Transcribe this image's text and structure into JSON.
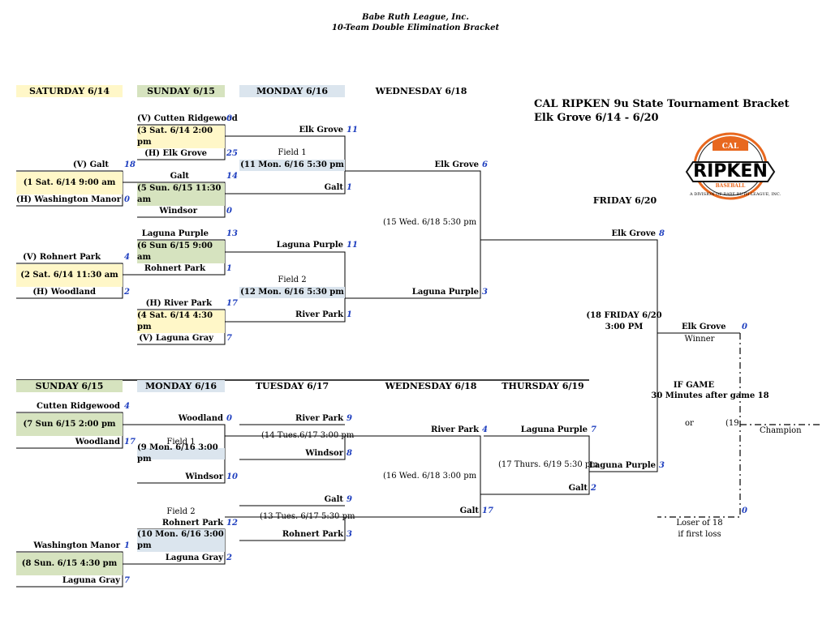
{
  "header": {
    "line1": "Babe Ruth League, Inc.",
    "line2": "10-Team Double Elimination Bracket"
  },
  "tournament": {
    "title": "CAL RIPKEN 9u State Tournament Bracket",
    "subtitle": "Elk Grove 6/14 - 6/20",
    "logo": {
      "big": "RIPKEN",
      "top": "CAL",
      "mid": "BASEBALL",
      "ring": "A DIVISION OF BABE RUTH LEAGUE, INC."
    }
  },
  "days": {
    "sat614": "SATURDAY 6/14",
    "sun615": "SUNDAY 6/15",
    "mon616": "MONDAY 6/16",
    "wed618": "WEDNESDAY 6/18",
    "fri620": "FRIDAY 6/20",
    "tue617": "TUESDAY 6/17",
    "thu619": "THURSDAY 6/19"
  },
  "games": {
    "g1": "(1 Sat. 6/14 9:00 am",
    "g2": "(2 Sat. 6/14 11:30 am",
    "g3": "(3  Sat. 6/14 2:00 pm",
    "g4": "(4  Sat. 6/14 4:30 pm",
    "g5": "(5 Sun. 6/15 11:30 am",
    "g6": "(6  Sun 6/15 9:00 am",
    "g7": "(7  Sun 6/15 2:00 pm",
    "g8": "(8  Sun. 6/15 4:30 pm",
    "g9": "(9  Mon. 6/16 3:00 pm",
    "g10": "(10  Mon. 6/16 3:00 pm",
    "g11": "(11  Mon. 6/16 5:30 pm",
    "g12": "(12  Mon. 6/16 5:30 pm",
    "g13": "(13  Tues. 6/17 5:30 pm",
    "g14": "(14  Tues.6/17 3:00 pm",
    "g15": "(15 Wed. 6/18 5:30 pm",
    "g16": "(16 Wed. 6/18 3:00 pm",
    "g17": "(17 Thurs. 6/19 5:30 pm",
    "g18a": "(18 FRIDAY 6/20",
    "g18b": "3:00 PM",
    "g19": "(19"
  },
  "fields": {
    "f1a": "Field 1",
    "f2a": "Field 2",
    "f1b": "Field 1",
    "f2b": "Field 2"
  },
  "teams": {
    "g1_v": "(V) Galt",
    "g1_v_s": "18",
    "g1_h": "(H) Washington Manor",
    "g1_h_s": "0",
    "g2_v": "(V) Rohnert Park",
    "g2_v_s": "4",
    "g2_h": "(H) Woodland",
    "g2_h_s": "2",
    "g3_v": "(V) Cutten Ridgewood",
    "g3_v_s": "0",
    "g3_h": "(H) Elk Grove",
    "g3_h_s": "25",
    "g5_a": "Galt",
    "g5_a_s": "14",
    "g5_b": "Windsor",
    "g5_b_s": "0",
    "g6_a": "Laguna Purple",
    "g6_a_s": "13",
    "g6_b": "Rohnert Park",
    "g6_b_s": "1",
    "g4_a": "(H) River Park",
    "g4_a_s": "17",
    "g4_b": "(V) Laguna Gray",
    "g4_b_s": "7",
    "g11_a": "Elk Grove",
    "g11_a_s": "11",
    "g11_b": "Galt",
    "g11_b_s": "1",
    "g12_a": "Laguna Purple",
    "g12_a_s": "11",
    "g12_b": "River Park",
    "g12_b_s": "1",
    "g15_a": "Elk Grove",
    "g15_a_s": "6",
    "g15_b": "Laguna Purple",
    "g15_b_s": "3",
    "g18_a": "Elk Grove",
    "g18_a_s": "8",
    "final_team": "Elk Grove",
    "final_s": "0",
    "winner": "Winner",
    "g7_a": "Cutten Ridgewood",
    "g7_a_s": "4",
    "g7_b": "Woodland",
    "g7_b_s": "17",
    "g8_a": "Washington Manor",
    "g8_a_s": "1",
    "g8_b": "Laguna Gray",
    "g8_b_s": "7",
    "g9_a": "Woodland",
    "g9_a_s": "0",
    "g9_b": "Windsor",
    "g9_b_s": "10",
    "g10_a": "Rohnert Park",
    "g10_a_s": "12",
    "g10_b": "Laguna Gray",
    "g10_b_s": "2",
    "g14_a": "River Park",
    "g14_a_s": "9",
    "g14_b": "Windsor",
    "g14_b_s": "8",
    "g13_a": "Galt",
    "g13_a_s": "9",
    "g13_b": "Rohnert Park",
    "g13_b_s": "3",
    "g16_a": "River Park",
    "g16_a_s": "4",
    "g16_b": "Galt",
    "g16_b_s": "17",
    "g17_a": "Laguna Purple",
    "g17_a_s": "7",
    "g17_b": "Galt",
    "g17_b_s": "2",
    "g18_b": "Laguna Purple",
    "g18_b_s": "3",
    "ifgame1": "IF GAME",
    "ifgame2": "30 Minutes after game 18",
    "or": "or",
    "champion": "Champion",
    "loser_s": "0",
    "loser1": "Loser of 18",
    "loser2": "if first loss"
  }
}
